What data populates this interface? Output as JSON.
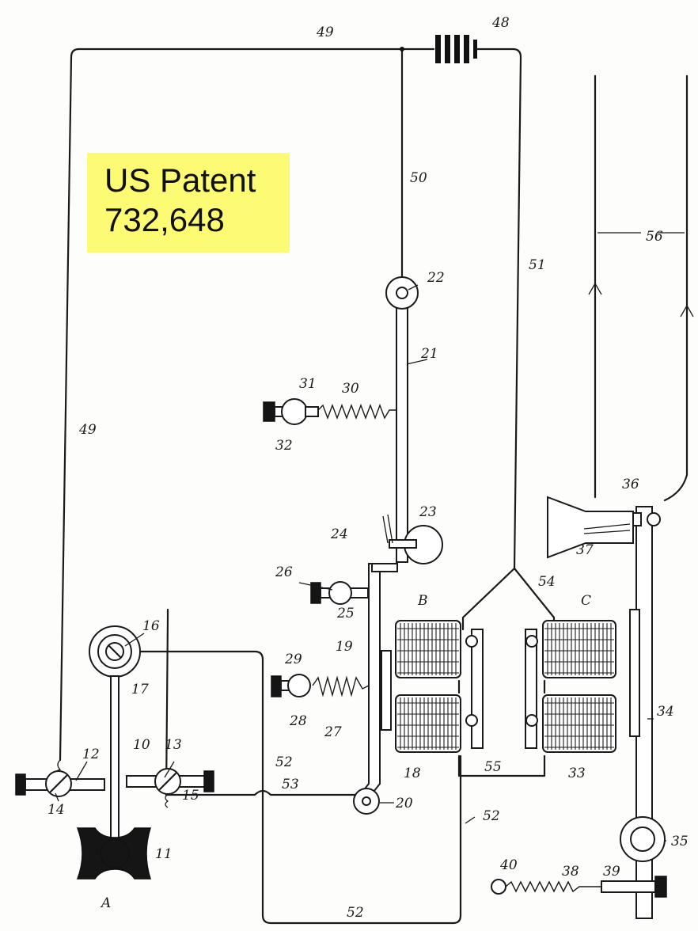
{
  "note": {
    "line1": "US Patent",
    "line2": "732,648"
  },
  "labels": {
    "l10": "10",
    "l11": "11",
    "l12": "12",
    "l13": "13",
    "l14": "14",
    "l15": "15",
    "l16": "16",
    "l17": "17",
    "l18": "18",
    "l19": "19",
    "l20": "20",
    "l21": "21",
    "l22": "22",
    "l23": "23",
    "l24": "24",
    "l25": "25",
    "l26": "26",
    "l27": "27",
    "l28": "28",
    "l29": "29",
    "l30": "30",
    "l31": "31",
    "l32": "32",
    "l33": "33",
    "l34": "34",
    "l35": "35",
    "l36": "36",
    "l37": "37",
    "l38": "38",
    "l39": "39",
    "l40": "40",
    "l48": "48",
    "l49a": "49",
    "l49b": "49",
    "l50": "50",
    "l51": "51",
    "l52a": "52",
    "l52b": "52",
    "l52c": "52",
    "l53": "53",
    "l54": "54",
    "l55": "55",
    "l56": "56",
    "lA": "A",
    "lB": "B",
    "lC": "C"
  }
}
